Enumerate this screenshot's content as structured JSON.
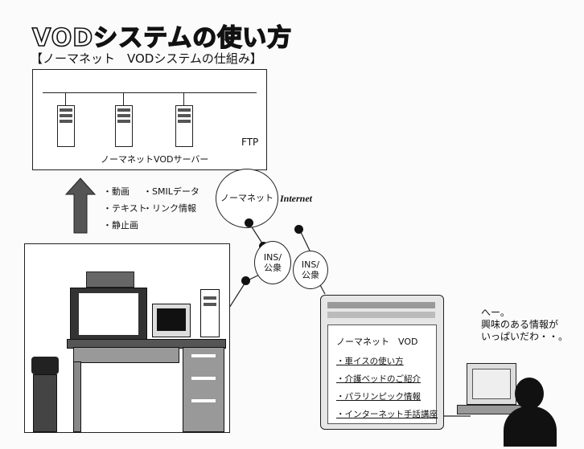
{
  "title": "VODシステムの使い方",
  "subtitle": "【ノーマネット　VODシステムの仕組み】",
  "server_label": "ノーマネットVODサーバー",
  "ftp_label": "FTP",
  "cloud_label": "ノーマネット",
  "internet_label": "Internet",
  "ins_left": "INS/\n公衆",
  "ins_right": "INS/\n公衆",
  "upload_items": [
    "・動画",
    "・SMILデータ",
    "・テキスト",
    "・リンク情報",
    "・静止画"
  ],
  "browser": {
    "heading": "ノーマネット　VOD",
    "links": [
      "・車イスの使い方",
      "・介護ベッドのご紹介",
      "・パラリンピック情報",
      "・インターネット手話講座"
    ]
  },
  "speech": [
    "へー。",
    "興味のある情報が",
    "いっぱいだわ・・。"
  ]
}
